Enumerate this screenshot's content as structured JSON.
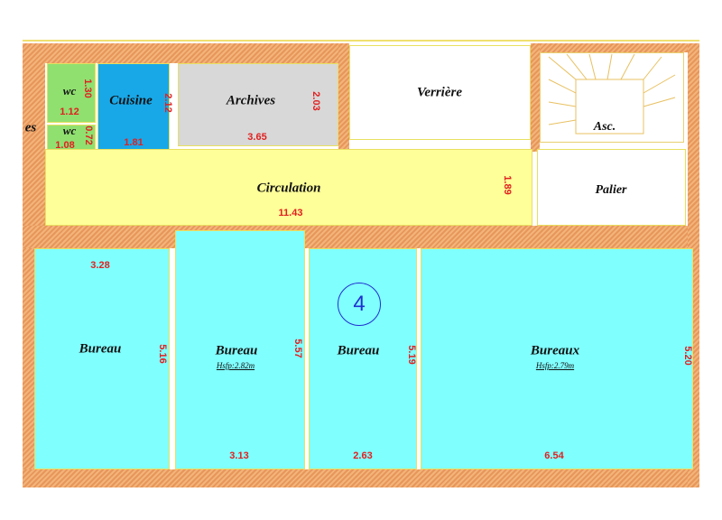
{
  "plan_number": "4",
  "colors": {
    "wc": "#90e070",
    "cuisine": "#18a8e8",
    "archives": "#d8d8d8",
    "circulation": "#ffff99",
    "bureau": "#80ffff",
    "wall": "#e8965a",
    "dimension": "#e02020",
    "circle": "#2030d0"
  },
  "rooms": {
    "partial_left": "es",
    "wc1": {
      "label": "wc",
      "w": "1.12",
      "h": "1.30"
    },
    "wc2": {
      "label": "wc",
      "w": "1.08",
      "h": "0.72"
    },
    "cuisine": {
      "label": "Cuisine",
      "w": "1.81",
      "h": "2.12"
    },
    "archives": {
      "label": "Archives",
      "w": "3.65",
      "h": "2.03"
    },
    "verriere": {
      "label": "Verrière"
    },
    "asc": {
      "label": "Asc."
    },
    "palier": {
      "label": "Palier"
    },
    "circulation": {
      "label": "Circulation",
      "w": "11.43",
      "h": "1.89"
    },
    "bureau1": {
      "label": "Bureau",
      "w": "3.28",
      "h": "5.16"
    },
    "bureau2": {
      "label": "Bureau",
      "sub": "Hsfp:2.82m",
      "w": "3.13",
      "h": "5.57"
    },
    "bureau3": {
      "label": "Bureau",
      "w": "2.63",
      "h": "5.19"
    },
    "bureaux": {
      "label": "Bureaux",
      "sub": "Hsfp:2.79m",
      "w": "6.54",
      "h": "5.20"
    }
  }
}
